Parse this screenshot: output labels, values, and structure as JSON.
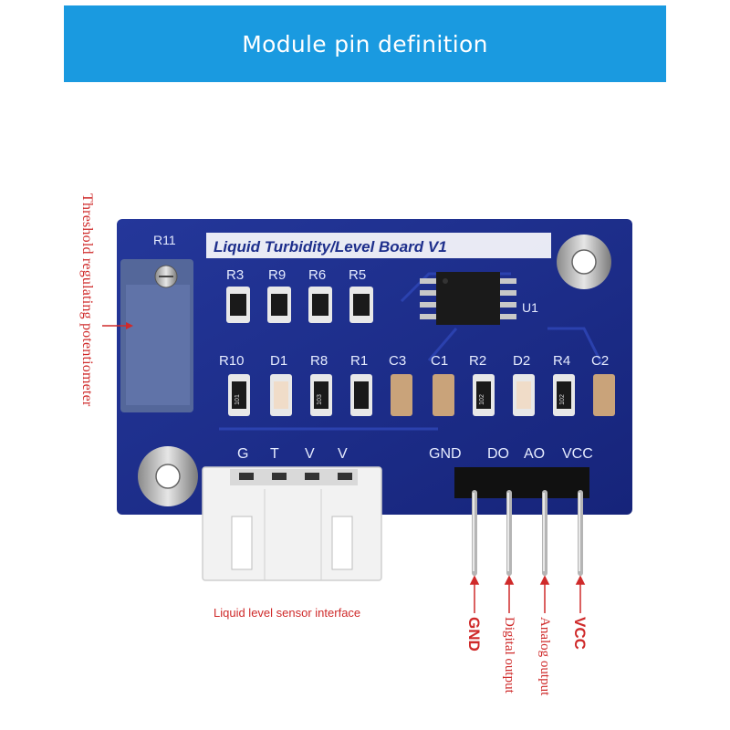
{
  "banner": {
    "title": "Module pin definition"
  },
  "annotations": {
    "potentiometer": "Threshold regulating potentiometer",
    "sensor_interface": "Liquid level sensor interface"
  },
  "board": {
    "title": "Liquid Turbidity/Level Board V1",
    "potentiometer_label": "R11",
    "chip_label": "U1",
    "top_row": [
      "R3",
      "R9",
      "R6",
      "R5"
    ],
    "middle_row": [
      "R10",
      "D1",
      "R8",
      "R1",
      "C3",
      "C1",
      "R2",
      "D2",
      "R4",
      "C2"
    ],
    "sensor_pins": [
      "G",
      "T",
      "V",
      "V"
    ],
    "header_pins": [
      "GND",
      "DO",
      "AO",
      "VCC"
    ],
    "resistor_codes": [
      "101",
      "103",
      "102",
      "102"
    ]
  },
  "pin_labels": [
    "GND",
    "Digital output",
    "Analog output",
    "VCC"
  ],
  "colors": {
    "banner": "#1a9ae0",
    "pcb": "#1e2f8c",
    "annotation": "#cf2a2a"
  }
}
